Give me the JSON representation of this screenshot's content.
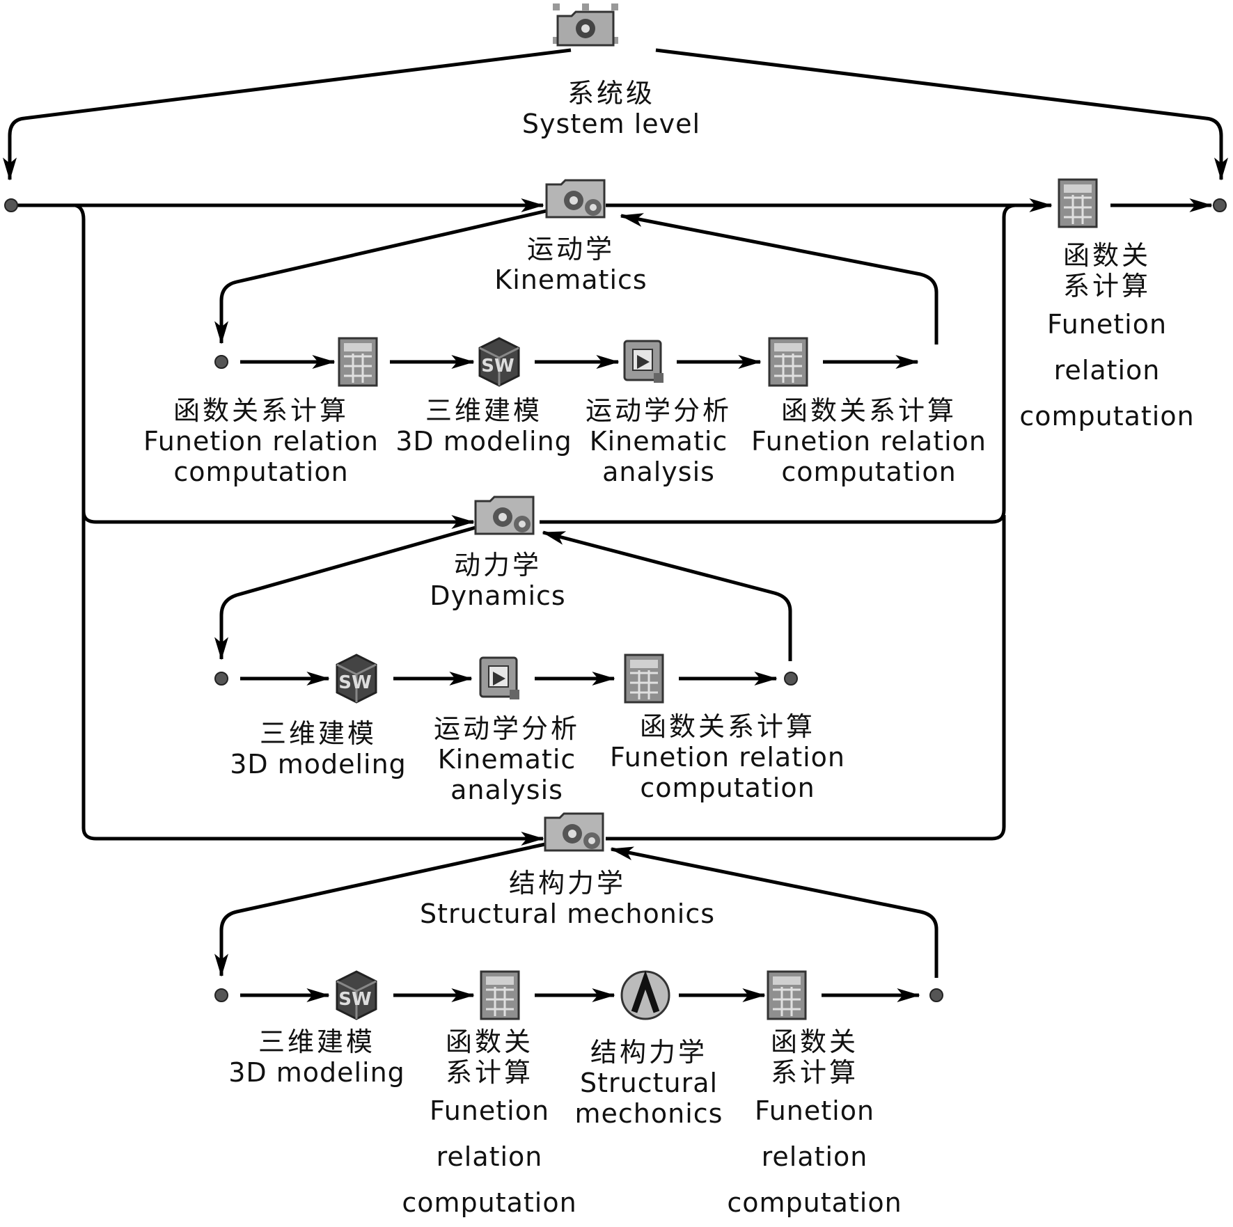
{
  "system": {
    "zh": "系统级",
    "en": "System level"
  },
  "right_func": {
    "zh": [
      "函数关",
      "系计算"
    ],
    "en": [
      "Funetion",
      "relation",
      "computation"
    ]
  },
  "kinematics": {
    "title": {
      "zh": "运动学",
      "en": "Kinematics"
    },
    "steps": [
      {
        "zh": "函数关系计算",
        "en": [
          "Funetion relation",
          "computation"
        ],
        "icon": "calculator-icon"
      },
      {
        "zh": "三维建模",
        "en": [
          "3D modeling"
        ],
        "icon": "solidworks-icon"
      },
      {
        "zh": "运动学分析",
        "en": [
          "Kinematic",
          "analysis"
        ],
        "icon": "motion-analysis-icon"
      },
      {
        "zh": "函数关系计算",
        "en": [
          "Funetion relation",
          "computation"
        ],
        "icon": "calculator-icon"
      }
    ]
  },
  "dynamics": {
    "title": {
      "zh": "动力学",
      "en": "Dynamics"
    },
    "steps": [
      {
        "zh": "三维建模",
        "en": [
          "3D modeling"
        ],
        "icon": "solidworks-icon"
      },
      {
        "zh": "运动学分析",
        "en": [
          "Kinematic",
          "analysis"
        ],
        "icon": "motion-analysis-icon"
      },
      {
        "zh": "函数关系计算",
        "en": [
          "Funetion relation",
          "computation"
        ],
        "icon": "calculator-icon"
      }
    ]
  },
  "structural": {
    "title": {
      "zh": "结构力学",
      "en": "Structural mechonics"
    },
    "steps": [
      {
        "zh": "三维建模",
        "en": [
          "3D modeling"
        ],
        "icon": "solidworks-icon"
      },
      {
        "zh": [
          "函数关",
          "系计算"
        ],
        "en": [
          "Funetion",
          "relation",
          "computation"
        ],
        "icon": "calculator-icon"
      },
      {
        "zh": "结构力学",
        "en": [
          "Structural",
          "mechonics"
        ],
        "icon": "ansys-icon"
      },
      {
        "zh": [
          "函数关",
          "系计算"
        ],
        "en": [
          "Funetion",
          "relation",
          "computation"
        ],
        "icon": "calculator-icon"
      }
    ]
  },
  "colors": {
    "line": "#000000",
    "icon_gray": "#9a9a9a",
    "icon_dark": "#4a4a4a"
  }
}
